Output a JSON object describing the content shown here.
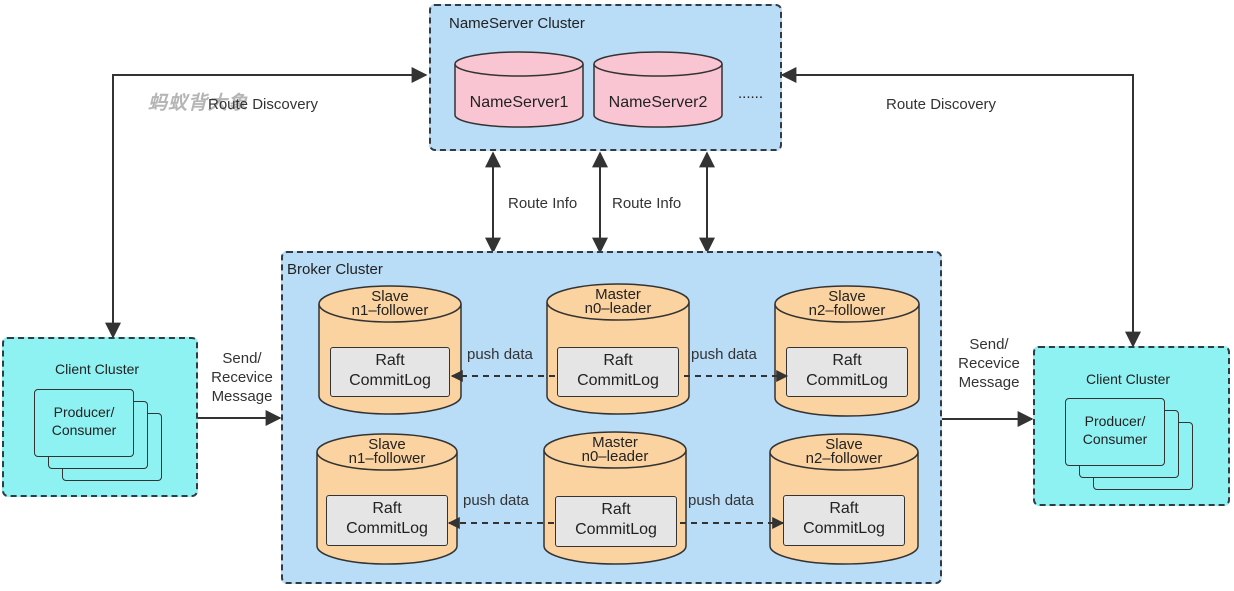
{
  "nameserver_cluster": {
    "title": "NameServer Cluster",
    "servers": [
      "NameServer1",
      "NameServer2"
    ],
    "more": "......"
  },
  "broker_cluster": {
    "title": "Broker Cluster",
    "nodes": [
      {
        "role": "Slave",
        "id": "n1–follower",
        "store_line1": "Raft",
        "store_line2": "CommitLog"
      },
      {
        "role": "Master",
        "id": "n0–leader",
        "store_line1": "Raft",
        "store_line2": "CommitLog"
      },
      {
        "role": "Slave",
        "id": "n2–follower",
        "store_line1": "Raft",
        "store_line2": "CommitLog"
      }
    ],
    "push_label": "push data"
  },
  "client_cluster": {
    "title": "Client Cluster",
    "card_line1": "Producer/",
    "card_line2": "Consumer"
  },
  "labels": {
    "route_discovery": "Route Discovery",
    "route_info": "Route Info",
    "send_receive": [
      "Send/",
      "Recevice",
      "Message"
    ]
  },
  "watermark": "蚂蚁背大象",
  "colors": {
    "cluster_blue": "#b9dcf7",
    "client_cyan": "#8ff2f2",
    "nameserver_pink": "#fac5d3",
    "broker_orange": "#fbd3a0",
    "storage_gray": "#e5e5e5"
  }
}
